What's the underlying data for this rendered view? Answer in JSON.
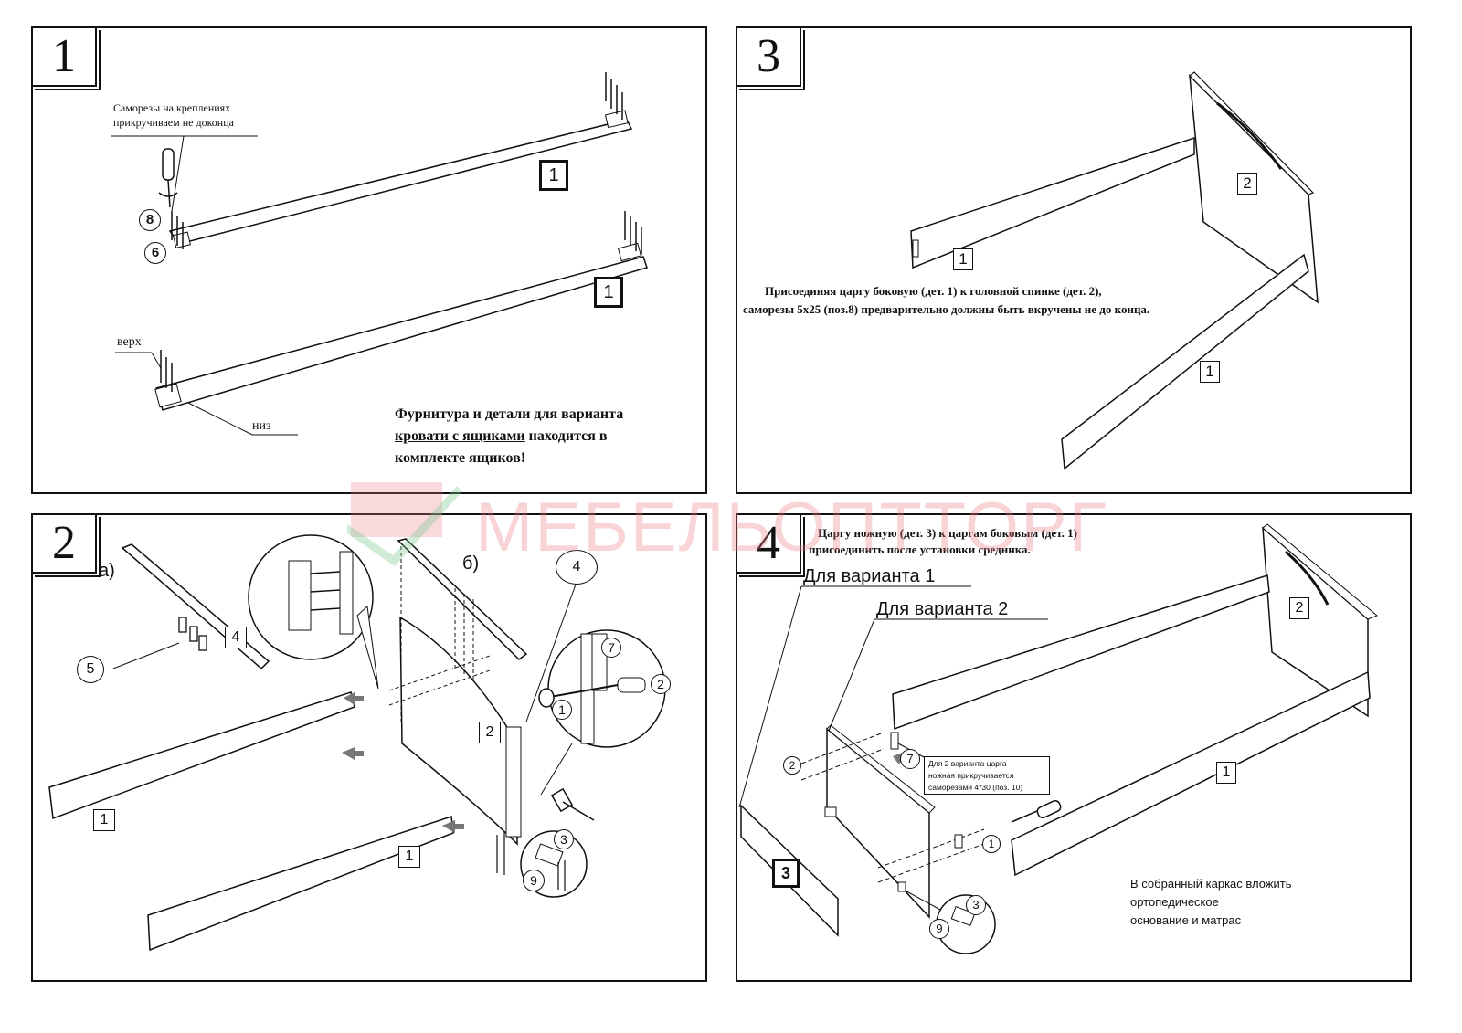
{
  "panel1": {
    "step": "1",
    "note_line1": "Саморезы на креплениях",
    "note_line2": "прикручиваем не доконца",
    "part_top": "1",
    "part_bottom": "1",
    "pos8": "8",
    "pos6": "6",
    "label_top": "верх",
    "label_bottom": "низ",
    "info_line1": "Фурнитура и детали для варианта",
    "info_line2_underlined": "кровати с ящиками",
    "info_line2_rest": " находится в",
    "info_line3": "комплекте ящиков!"
  },
  "panel3": {
    "step": "3",
    "part_side_back": "1",
    "part_head": "2",
    "part_side_front": "1",
    "text_line1": "Присоединяя царгу боковую (дет. 1) к головной спинке (дет. 2),",
    "text_line2": "саморезы 5х25 (поз.8) предварительно должны быть вкручены не до конца."
  },
  "panel2": {
    "step": "2",
    "sub_a": "а)",
    "sub_b": "б)",
    "part4": "4",
    "pos5": "5",
    "part_side1": "1",
    "part_side2": "1",
    "part_head": "2",
    "circ4": "4",
    "circ7": "7",
    "circ2": "2",
    "circ1": "1",
    "circ3": "3",
    "circ9": "9"
  },
  "panel4": {
    "step": "4",
    "title_line1": "Царгу ножную (дет. 3) к царгам боковым (дет. 1)",
    "title_line2": "присоединить после  установки средника.",
    "variant1": "Для варианта 1",
    "variant2": "Для варианта 2",
    "part_head": "2",
    "part_side": "1",
    "part_foot": "3",
    "circ2": "2",
    "circ7": "7",
    "circ1": "1",
    "circ3": "3",
    "circ9": "9",
    "note_line1": "Для 2 варианта царга",
    "note_line2": "ножная прикручивается",
    "note_line3": "саморезами 4*30 (поз. 10)",
    "final_line1": "В собранный каркас вложить",
    "final_line2": "ортопедическое",
    "final_line3": "основание и матрас"
  },
  "watermark": {
    "text": "МЕБЕЛЬОПТТОРГ",
    "color": "#eb7882"
  }
}
